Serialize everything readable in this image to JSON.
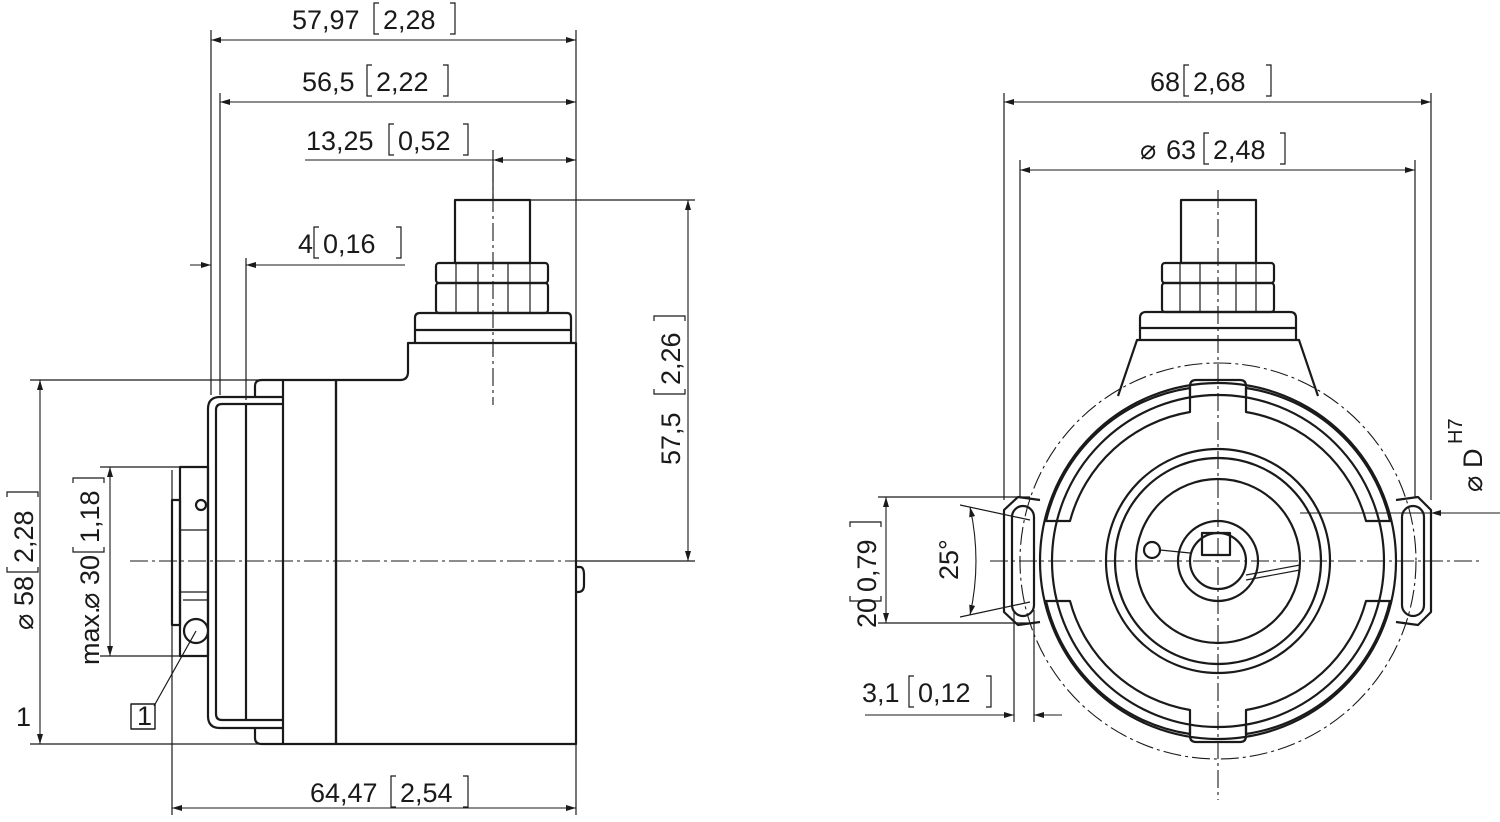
{
  "side_view": {
    "dim_overall_length": "57,97",
    "dim_overall_length_in": "2,28",
    "dim_body_length": "56,5",
    "dim_body_length_in": "2,22",
    "dim_connector_offset": "13,25",
    "dim_connector_offset_in": "0,52",
    "dim_flange_thickness": "4",
    "dim_flange_thickness_in": "0,16",
    "dim_height": "57,5",
    "dim_height_in": "2,26",
    "dim_body_diameter": "58",
    "dim_body_diameter_in": "2,28",
    "dim_max_shaft_prefix": "max.",
    "dim_max_shaft": "30",
    "dim_max_shaft_in": "1,18",
    "dim_total_length": "64,47",
    "dim_total_length_in": "2,54",
    "callout_label": "1",
    "callout_side_label": "1"
  },
  "front_view": {
    "dim_width": "68",
    "dim_width_in": "2,68",
    "dim_bolt_circle": "63",
    "dim_bolt_circle_in": "2,48",
    "dim_slot_height": "20",
    "dim_slot_height_in": "0,79",
    "dim_angle": "25°",
    "dim_slot_width": "3,1",
    "dim_slot_width_in": "0,12",
    "dim_bore_symbol": "D",
    "dim_bore_tolerance": "H7"
  },
  "symbols": {
    "diameter": "⌀"
  }
}
